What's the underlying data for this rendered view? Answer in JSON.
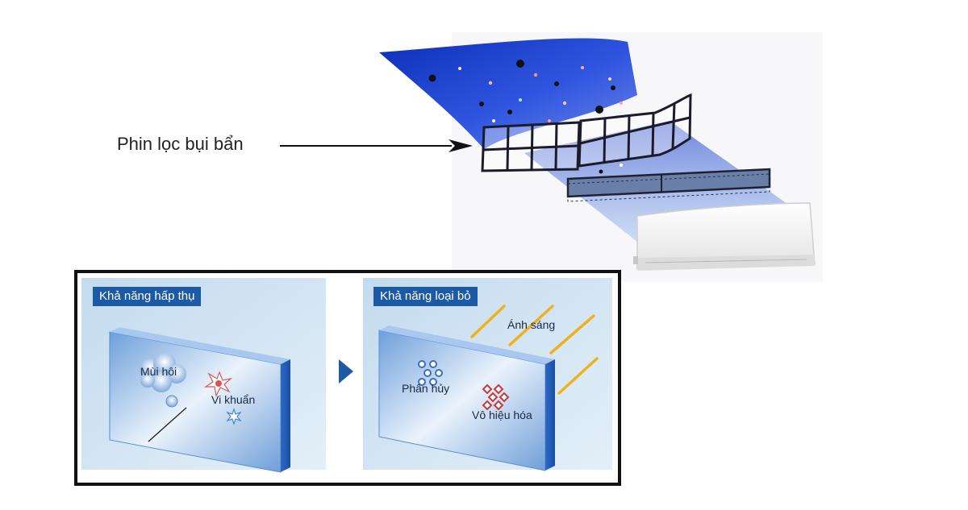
{
  "top": {
    "filter_label": "Phin lọc bụi bẩn"
  },
  "panels": {
    "left": {
      "title": "Khả năng hấp thụ",
      "labels": {
        "odor": "Mùi hôi",
        "bacteria": "Vi khuẩn"
      }
    },
    "right": {
      "title": "Khả năng loại bỏ",
      "labels": {
        "light": "Ánh sáng",
        "decompose": "Phân hủy",
        "neutralize": "Vô hiệu hóa"
      }
    }
  },
  "colors": {
    "airflow_blue": "#1f3fd0",
    "panel_bg": "#cfe3f2",
    "title_bg": "#1d5aa6",
    "light_ray": "#f2b01e",
    "filter_frame": "#1b1b2b",
    "ac_unit": "#f4f4f4"
  },
  "icons": [
    "arrow-right-icon",
    "play-triangle-icon",
    "odor-cloud-icon",
    "bacteria-star-icon",
    "decompose-dots-icon",
    "neutralize-diamond-icon"
  ]
}
